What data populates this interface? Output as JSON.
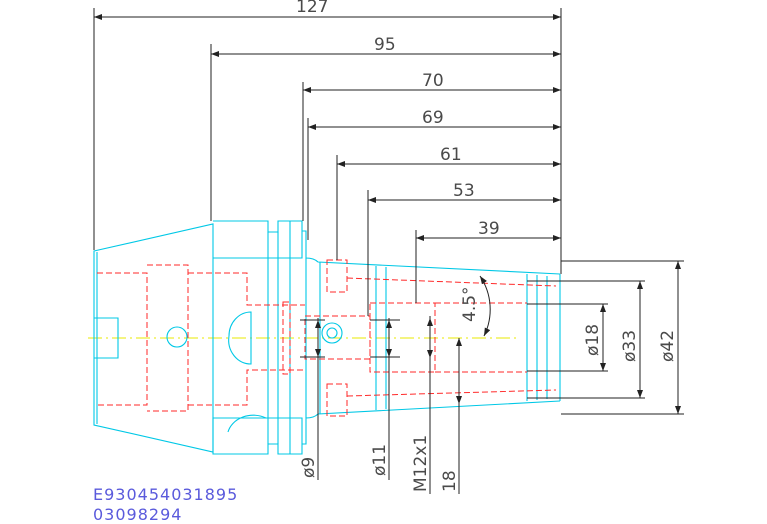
{
  "drawing": {
    "length_dims": [
      "127",
      "95",
      "70",
      "69",
      "61",
      "53",
      "39"
    ],
    "diameter_dims": [
      "ø18",
      "ø33",
      "ø42"
    ],
    "angle_dim": "4.5°",
    "bottom_dims": [
      "ø9",
      "ø11",
      "M12x1",
      "18"
    ]
  },
  "codes": {
    "part_number": "E930454031895",
    "secondary": "03098294"
  },
  "colors": {
    "part_outline": "#00c8e6",
    "hidden_lines": "#ff2a2a",
    "dimensions": "#222222",
    "centerline": "#e8e800",
    "code_text": "#5a5adc"
  }
}
